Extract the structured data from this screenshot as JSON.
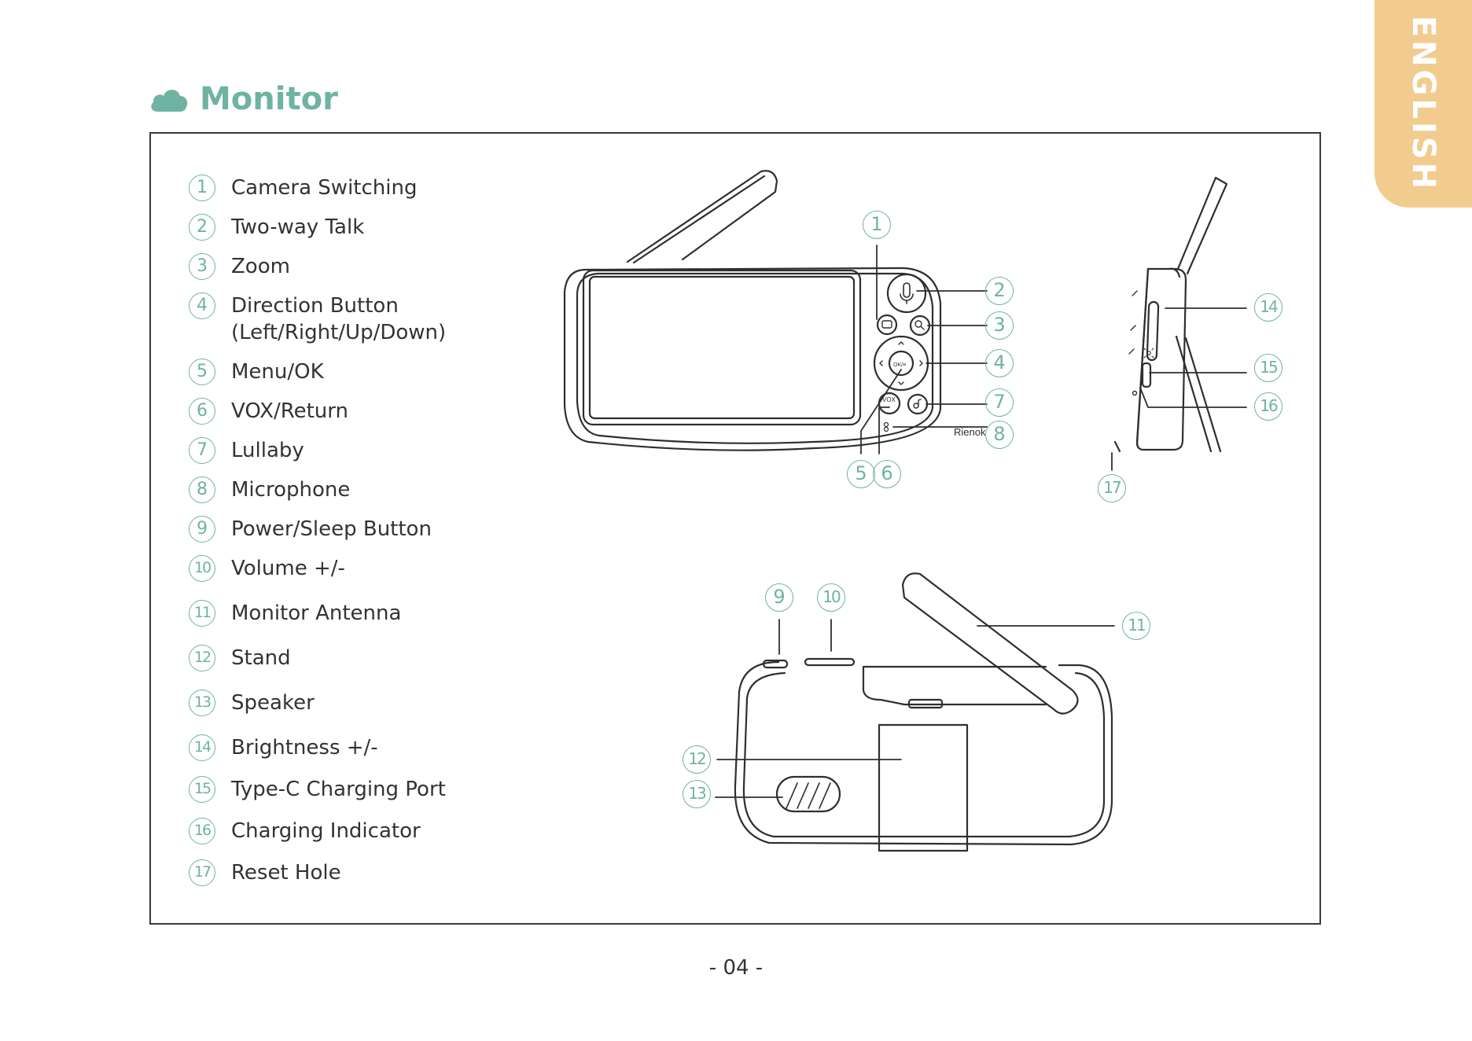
{
  "language_tab": "ENGLISH",
  "section": {
    "icon": "cloud-icon",
    "title": "Monitor"
  },
  "legend": [
    {
      "num": "1",
      "label": "Camera Switching"
    },
    {
      "num": "2",
      "label": "Two-way Talk"
    },
    {
      "num": "3",
      "label": "Zoom"
    },
    {
      "num": "4",
      "label": "Direction Button",
      "label2": "(Left/Right/Up/Down)"
    },
    {
      "num": "5",
      "label": "Menu/OK"
    },
    {
      "num": "6",
      "label": "VOX/Return"
    },
    {
      "num": "7",
      "label": "Lullaby"
    },
    {
      "num": "8",
      "label": "Microphone"
    },
    {
      "num": "9",
      "label": "Power/Sleep Button"
    },
    {
      "num": "10",
      "label": "Volume +/-"
    },
    {
      "num": "11",
      "label": "Monitor Antenna"
    },
    {
      "num": "12",
      "label": "Stand"
    },
    {
      "num": "13",
      "label": "Speaker"
    },
    {
      "num": "14",
      "label": "Brightness +/-"
    },
    {
      "num": "15",
      "label": "Type-C Charging Port"
    },
    {
      "num": "16",
      "label": "Charging Indicator"
    },
    {
      "num": "17",
      "label": "Reset Hole"
    }
  ],
  "device": {
    "brand": "Rienok",
    "ok_label": "OK/≡",
    "vox_label": "VOX"
  },
  "callouts": [
    "1",
    "2",
    "3",
    "4",
    "5",
    "6",
    "7",
    "8",
    "9",
    "10",
    "11",
    "12",
    "13",
    "14",
    "15",
    "16",
    "17"
  ],
  "page_number": "- 04 -",
  "colors": {
    "accent": "#6fb3a2",
    "tab": "#f2cc8f",
    "line": "#2f2f2f"
  }
}
